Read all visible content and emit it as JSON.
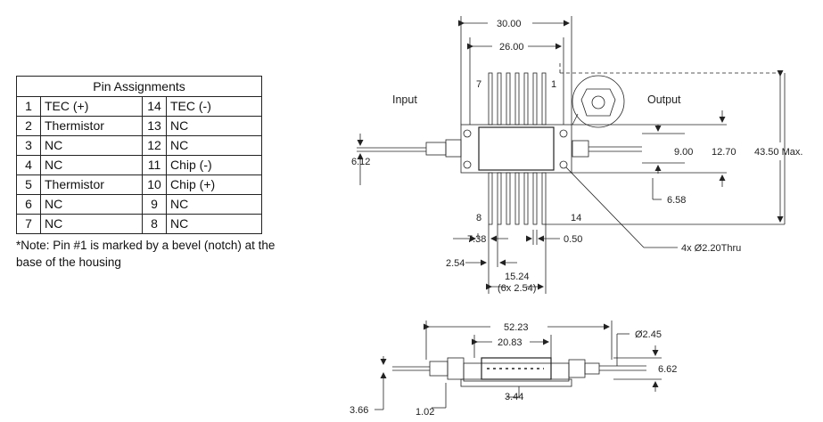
{
  "pin_table": {
    "title": "Pin Assignments",
    "rows": [
      {
        "p1": "1",
        "n1": "TEC (+)",
        "p2": "14",
        "n2": "TEC (-)"
      },
      {
        "p1": "2",
        "n1": "Thermistor",
        "p2": "13",
        "n2": "NC"
      },
      {
        "p1": "3",
        "n1": "NC",
        "p2": "12",
        "n2": "NC"
      },
      {
        "p1": "4",
        "n1": "NC",
        "p2": "11",
        "n2": "Chip (-)"
      },
      {
        "p1": "5",
        "n1": "Thermistor",
        "p2": "10",
        "n2": "Chip (+)"
      },
      {
        "p1": "6",
        "n1": "NC",
        "p2": "9",
        "n2": "NC"
      },
      {
        "p1": "7",
        "n1": "NC",
        "p2": "8",
        "n2": "NC"
      }
    ],
    "note": "*Note: Pin #1 is marked by a bevel (notch) at the base of the housing"
  },
  "top_view": {
    "input_label": "Input",
    "output_label": "Output",
    "dim_width_outer": "30.00",
    "dim_width_inner": "26.00",
    "pin_7": "7",
    "pin_1": "1",
    "pin_8": "8",
    "pin_14": "14",
    "dim_fiber_height": "6.12",
    "dim_9": "9.00",
    "dim_12_70": "12.70",
    "dim_height": "43.50 Max.",
    "dim_6_58": "6.58",
    "dim_7_38": "7.38",
    "dim_0_50": "0.50",
    "dim_2_54": "2.54",
    "dim_15_24": "15.24",
    "dim_6x254": "(6x 2.54)",
    "holes": "4x Ø2.20Thru"
  },
  "side_view": {
    "dim_52_23": "52.23",
    "dim_20_83": "20.83",
    "dim_dia_245": "Ø2.45",
    "dim_6_62": "6.62",
    "dim_3_44": "3.44",
    "dim_3_66": "3.66",
    "dim_1_02": "1.02"
  }
}
